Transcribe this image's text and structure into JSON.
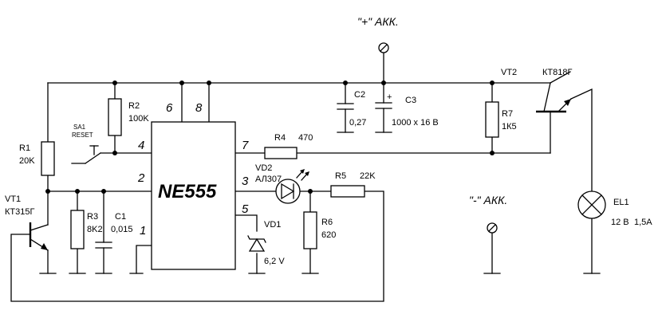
{
  "ic": {
    "name": "NE555",
    "pins": {
      "p1": "1",
      "p2": "2",
      "p3": "3",
      "p4": "4",
      "p5": "5",
      "p6": "6",
      "p7": "7",
      "p8": "8"
    }
  },
  "terminals": {
    "plus": "\"+\" АКК.",
    "minus": "\"-\" АКК."
  },
  "r1": {
    "ref": "R1",
    "value": "20K"
  },
  "r2": {
    "ref": "R2",
    "value": "100K"
  },
  "r3": {
    "ref": "R3",
    "value": "8K2"
  },
  "r4": {
    "ref": "R4",
    "value": "470"
  },
  "r5": {
    "ref": "R5",
    "value": "22K"
  },
  "r6": {
    "ref": "R6",
    "value": "620"
  },
  "r7": {
    "ref": "R7",
    "value": "1К5"
  },
  "c1": {
    "ref": "C1",
    "value": "0,015"
  },
  "c2": {
    "ref": "C2",
    "value": "0,27"
  },
  "c3": {
    "ref": "C3",
    "value": "1000 x 16 B",
    "polarity": "+"
  },
  "sa1": {
    "ref": "SA1",
    "name": "RESET"
  },
  "vt1": {
    "ref": "VT1",
    "type": "КТ315Г"
  },
  "vt2": {
    "ref": "VT2",
    "type": "КТ818Г"
  },
  "vd1": {
    "ref": "VD1",
    "value": "6,2 V"
  },
  "vd2": {
    "ref": "VD2",
    "type": "АЛ307"
  },
  "el1": {
    "ref": "EL1",
    "voltage": "12 В",
    "current": "1,5А"
  }
}
